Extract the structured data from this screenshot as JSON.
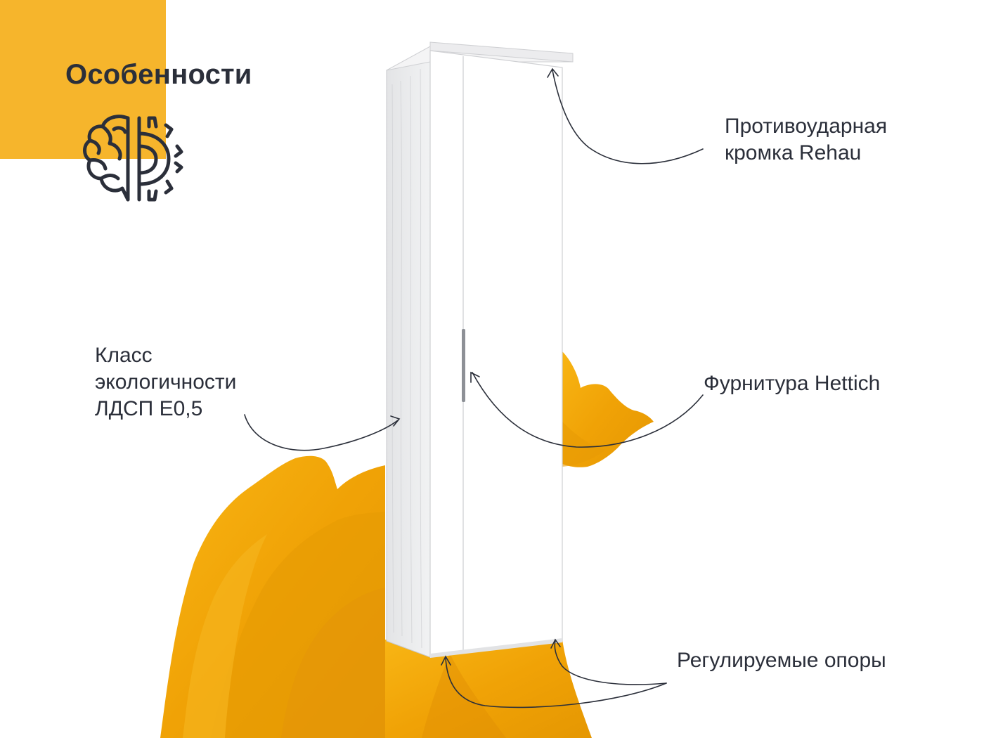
{
  "page": {
    "title": "Особенности",
    "accent_color": "#f6b52c",
    "fabric_color": "#f3a90d",
    "text_color": "#2b2f3a"
  },
  "icons": {
    "feature": "brain-gear-icon"
  },
  "callouts": {
    "edge": {
      "line1": "Противоударная",
      "line2": "кромка Rehau"
    },
    "eco": {
      "line1": "Класс",
      "line2": "экологичности",
      "line3": "ЛДСП Е0,5"
    },
    "hardware": {
      "text": "Фурнитура Hettich"
    },
    "feet": {
      "text": "Регулируемые опоры"
    }
  }
}
